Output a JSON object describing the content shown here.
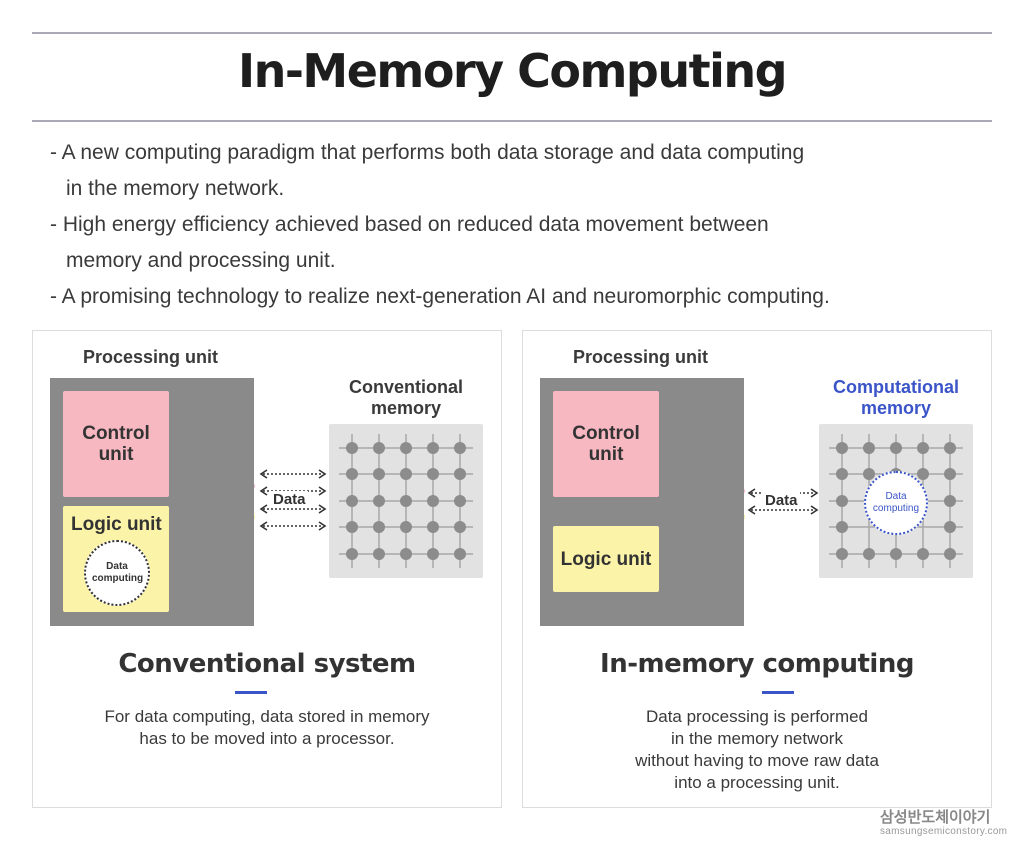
{
  "title": "In-Memory Computing",
  "bullets": [
    "- A new computing paradigm that performs both data storage and data computing",
    "in the memory network.",
    "- High energy efficiency achieved based on reduced data movement between",
    "memory and processing unit.",
    "- A promising technology to realize next-generation AI and neuromorphic computing."
  ],
  "left_panel": {
    "processing_unit_label": "Processing unit",
    "control_unit": "Control unit",
    "logic_unit": "Logic unit",
    "data_computing": "Data computing",
    "memory_label": "Conventional memory",
    "data_label": "Data",
    "subtitle": "Conventional system",
    "description": [
      "For data computing, data stored in memory",
      "has to be moved into a processor."
    ]
  },
  "right_panel": {
    "processing_unit_label": "Processing unit",
    "control_unit": "Control unit",
    "logic_unit": "Logic unit",
    "memory_label": "Computational memory",
    "data_label": "Data",
    "data_computing": "Data computing",
    "subtitle": "In-memory computing",
    "description": [
      "Data processing is performed",
      "in the memory network",
      "without having to move raw data",
      "into a processing unit."
    ]
  },
  "colors": {
    "accent_blue": "#3b55c9",
    "control_pink": "#f8b8c2",
    "logic_yellow": "#fbf3a7",
    "processor_gray": "#8a8a8a",
    "memory_gray": "#e2e2e2"
  },
  "footer": {
    "korean": "삼성반도체이야기",
    "url": "samsungsemiconstory.com"
  }
}
